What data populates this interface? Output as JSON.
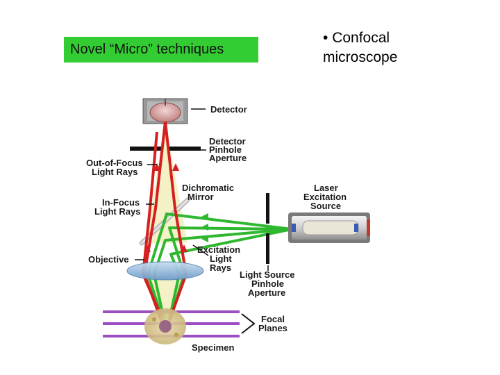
{
  "slide": {
    "tag_label": "Novel “Micro” techniques",
    "bullet_marker": "•",
    "bullet_line1": "Confocal",
    "bullet_line2": "microscope"
  },
  "diagram": {
    "labels": {
      "detector": "Detector",
      "detector_pinhole_1": "Detector",
      "detector_pinhole_2": "Pinhole",
      "detector_pinhole_3": "Aperture",
      "out_of_focus_1": "Out-of-Focus",
      "out_of_focus_2": "Light Rays",
      "dichromatic_1": "Dichromatic",
      "dichromatic_2": "Mirror",
      "in_focus_1": "In-Focus",
      "in_focus_2": "Light Rays",
      "laser_1": "Laser",
      "laser_2": "Excitation",
      "laser_3": "Source",
      "objective": "Objective",
      "excitation_1": "Excitation",
      "excitation_2": "Light",
      "excitation_3": "Rays",
      "ls_pinhole_1": "Light Source",
      "ls_pinhole_2": "Pinhole",
      "ls_pinhole_3": "Aperture",
      "focal_1": "Focal",
      "focal_2": "Planes",
      "specimen": "Specimen"
    },
    "colors": {
      "slide_tag_bg": "#33cc33",
      "emission_ray": "#d42020",
      "excitation_ray": "#2fb82f",
      "focal_plane": "#9b4fc0",
      "cone_fill": "#f3f0c0",
      "lens": "#8fb6dc"
    }
  }
}
